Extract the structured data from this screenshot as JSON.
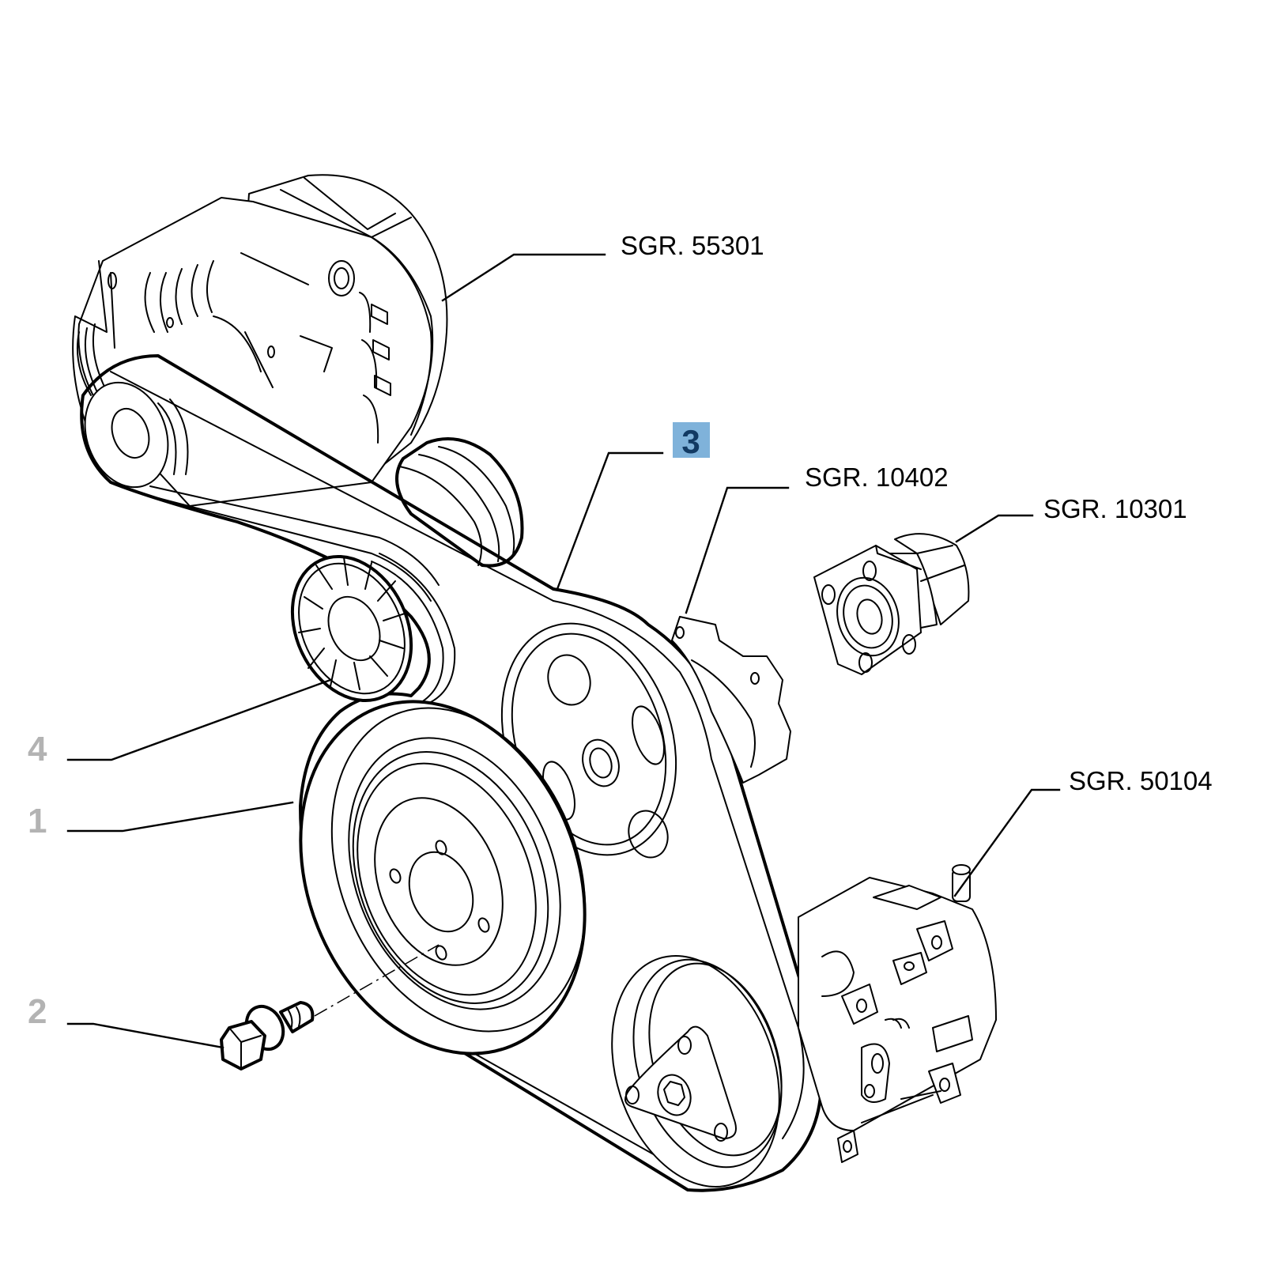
{
  "diagram": {
    "type": "exploded-parts-diagram",
    "subject": "Auxiliary drive belt assembly",
    "highlight_color": "#7fb2da",
    "highlight_text_color": "#123a63",
    "callout_text_color": "#b3b3b3",
    "references": [
      {
        "id": "sgr-55301",
        "text": "SGR. 55301",
        "part": "alternator"
      },
      {
        "id": "sgr-10402",
        "text": "SGR. 10402",
        "part": "water-pump"
      },
      {
        "id": "sgr-10301",
        "text": "SGR. 10301",
        "part": "thermostat-housing"
      },
      {
        "id": "sgr-50104",
        "text": "SGR. 50104",
        "part": "fuel-injection-pump"
      }
    ],
    "callouts": [
      {
        "number": "1",
        "part": "crankshaft-pulley"
      },
      {
        "number": "2",
        "part": "pulley-bolt"
      },
      {
        "number": "3",
        "part": "drive-belt",
        "highlighted": true
      },
      {
        "number": "4",
        "part": "tensioner-pulley"
      }
    ]
  }
}
